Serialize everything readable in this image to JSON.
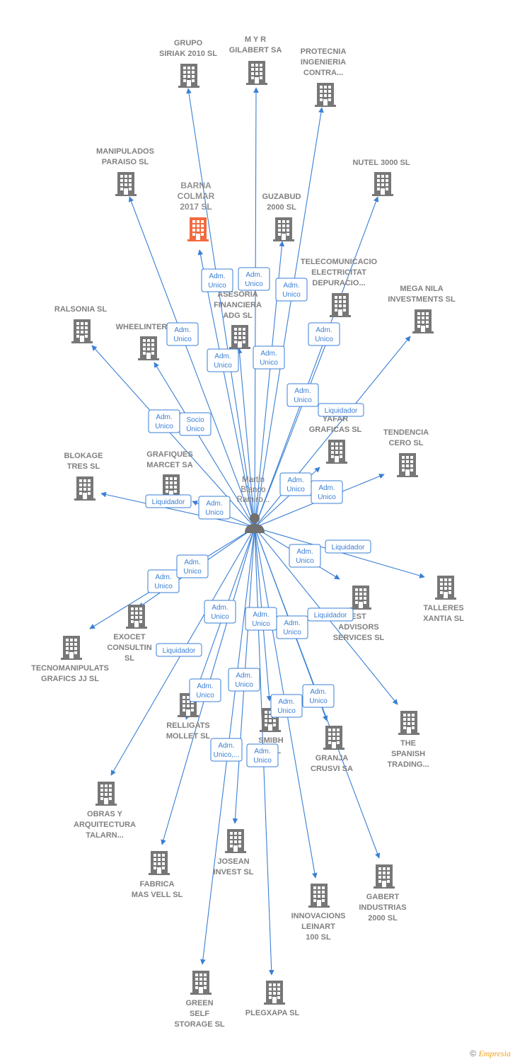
{
  "colors": {
    "edge": "#3a7fd5",
    "building": "#777777",
    "highlight": "#f26a3d"
  },
  "center": {
    "name": [
      "Martin",
      "Blanco",
      "Ramiro..."
    ],
    "icon": "person-icon"
  },
  "companies": [
    {
      "id": "grupo-siriak",
      "label": [
        "GRUPO",
        "SIRIAK 2010 SL"
      ]
    },
    {
      "id": "myr-gilabert",
      "label": [
        "M Y R",
        "GILABERT SA"
      ]
    },
    {
      "id": "protecnia",
      "label": [
        "PROTECNIA",
        "INGENIERIA",
        "CONTRA..."
      ]
    },
    {
      "id": "manipulados-paraiso",
      "label": [
        "MANIPULADOS",
        "PARAISO SL"
      ]
    },
    {
      "id": "nutel-3000",
      "label": [
        "NUTEL 3000 SL"
      ]
    },
    {
      "id": "barna-colmar",
      "label": [
        "BARNA",
        "COLMAR",
        "2017  SL"
      ],
      "highlight": true
    },
    {
      "id": "guzabud",
      "label": [
        "GUZABUD",
        "2000 SL"
      ]
    },
    {
      "id": "telecomunicacio",
      "label": [
        "TELECOMUNICACIO",
        "ELECTRICITAT",
        "DEPURACIO..."
      ]
    },
    {
      "id": "asesoria",
      "label": [
        "ASESORIA",
        "FINANCIERA",
        "ADG SL"
      ]
    },
    {
      "id": "mega-nila",
      "label": [
        "MEGA NILA",
        "INVESTMENTS SL"
      ]
    },
    {
      "id": "ralsonia",
      "label": [
        "RALSONIA SL"
      ]
    },
    {
      "id": "wheelinter",
      "label": [
        "WHEELINTER"
      ]
    },
    {
      "id": "yafar",
      "label": [
        "YAFAR",
        "GRAFICAS  SL"
      ]
    },
    {
      "id": "tendencia-cero",
      "label": [
        "TENDENCIA",
        "CERO SL"
      ]
    },
    {
      "id": "blokage",
      "label": [
        "BLOKAGE",
        "TRES SL"
      ]
    },
    {
      "id": "grafiques-marcet",
      "label": [
        "GRAFIQUES",
        "MARCET SA"
      ]
    },
    {
      "id": "talleres-xantia",
      "label": [
        "TALLERES",
        "XANTIA SL"
      ]
    },
    {
      "id": "best-advisors",
      "label": [
        "EST",
        "ADVISORS",
        "SERVICES SL"
      ]
    },
    {
      "id": "exocet",
      "label": [
        "EXOCET",
        "CONSULTIN",
        "SL"
      ]
    },
    {
      "id": "tecnomanipulats",
      "label": [
        "TECNOMANIPULATS",
        "GRAFICS JJ SL"
      ]
    },
    {
      "id": "relligats",
      "label": [
        "RELLIGATS",
        "MOLLET SL"
      ]
    },
    {
      "id": "smibh",
      "label": [
        "SMIBH",
        "CI SL"
      ]
    },
    {
      "id": "granja-crusvi",
      "label": [
        "GRANJA",
        "CRUSVI SA"
      ]
    },
    {
      "id": "spanish-trading",
      "label": [
        "THE",
        "SPANISH",
        "TRADING..."
      ]
    },
    {
      "id": "obras-arquitectura",
      "label": [
        "OBRAS Y",
        "ARQUITECTURA",
        "TALARN..."
      ]
    },
    {
      "id": "fabrica-mas-vell",
      "label": [
        "FABRICA",
        "MAS VELL SL"
      ]
    },
    {
      "id": "josean",
      "label": [
        "JOSEAN",
        "INVEST SL"
      ]
    },
    {
      "id": "innovacions",
      "label": [
        "INNOVACIONS",
        "LEINART",
        "100 SL"
      ]
    },
    {
      "id": "gabert",
      "label": [
        "GABERT",
        "INDUSTRIAS",
        "2000 SL"
      ]
    },
    {
      "id": "green-self",
      "label": [
        "GREEN",
        "SELF",
        "STORAGE SL"
      ]
    },
    {
      "id": "plegxapa",
      "label": [
        "PLEGXAPA SL"
      ]
    }
  ],
  "edges": [
    {
      "to": "grupo-siriak",
      "label": [
        "Adm.",
        "Unico"
      ]
    },
    {
      "to": "myr-gilabert",
      "label": [
        "Adm.",
        "Unico"
      ]
    },
    {
      "to": "protecnia",
      "label": [
        "Adm.",
        "Unico"
      ]
    },
    {
      "to": "manipulados-paraiso",
      "label": [
        "Adm.",
        "Unico"
      ]
    },
    {
      "to": "nutel-3000",
      "label": [
        "Adm.",
        "Unico"
      ]
    },
    {
      "to": "barna-colmar",
      "label": [
        "Adm.",
        "Unico"
      ]
    },
    {
      "to": "guzabud",
      "label": [
        "Adm.",
        "Unico"
      ]
    },
    {
      "to": "telecomunicacio",
      "label": [
        "Adm.",
        "Unico"
      ]
    },
    {
      "to": "asesoria",
      "label": [
        "Adm.",
        "Unico"
      ]
    },
    {
      "to": "mega-nila",
      "label": [
        "Liquidador"
      ]
    },
    {
      "to": "ralsonia",
      "label": [
        "Adm.",
        "Unico"
      ]
    },
    {
      "to": "wheelinter",
      "label": [
        "Socio",
        "Único"
      ]
    },
    {
      "to": "yafar",
      "label": [
        "Adm.",
        "Unico"
      ]
    },
    {
      "to": "tendencia-cero",
      "label": [
        "Adm.",
        "Unico"
      ]
    },
    {
      "to": "blokage",
      "label": [
        "Liquidador"
      ]
    },
    {
      "to": "grafiques-marcet",
      "label": [
        "Adm.",
        "Unico"
      ]
    },
    {
      "to": "talleres-xantia",
      "label": [
        "Liquidador"
      ]
    },
    {
      "to": "best-advisors",
      "label": [
        "Adm.",
        "Unico"
      ]
    },
    {
      "to": "exocet",
      "label": [
        "Adm.",
        "Unico"
      ]
    },
    {
      "to": "tecnomanipulats",
      "label": [
        "Adm.",
        "Unico"
      ]
    },
    {
      "to": "obras-arquitectura",
      "label": [
        "Adm.",
        "Unico"
      ]
    },
    {
      "to": "fabrica-mas-vell",
      "label": [
        "Adm.",
        "Unico"
      ]
    },
    {
      "to": "josean",
      "label": [
        "Adm.",
        "Unico"
      ]
    },
    {
      "to": "smibh",
      "label": [
        "Adm.",
        "Unico"
      ]
    },
    {
      "to": "spanish-trading",
      "label": [
        "Liquidador"
      ]
    },
    {
      "to": "innovacions",
      "label": [
        "Adm.",
        "Unico"
      ]
    },
    {
      "to": "gabert",
      "label": [
        "Adm.",
        "Unico"
      ]
    },
    {
      "to": "green-self",
      "label": [
        "Adm.",
        "Unico,..."
      ]
    },
    {
      "to": "plegxapa",
      "label": [
        "Adm.",
        "Unico"
      ]
    },
    {
      "to": "granja-crusvi",
      "label": [
        "Adm.",
        "Unico"
      ]
    },
    {
      "to": "relligats",
      "label": [
        "Liquidador"
      ]
    }
  ],
  "footer": {
    "symbol": "©",
    "brand": "Empresia"
  }
}
